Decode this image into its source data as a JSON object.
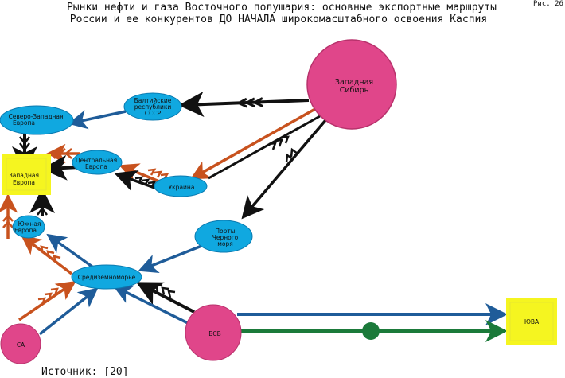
{
  "figure_label": "Рис. 26",
  "title_line1": "Рынки нефти и газа Восточного полушария: основные экспортные маршруты",
  "title_line2": "России и ее конкурентов ДО НАЧАЛА широкомасштабного освоения Каспия",
  "source": "Источник: [20]",
  "colors": {
    "oil": "#c8521e",
    "gas_black": "#111111",
    "blue": "#1f5c99",
    "green": "#1b7a3a",
    "node_blue": "#10a8e0",
    "node_pink": "#e0468a",
    "node_yellow": "#f5f520"
  },
  "nodes": {
    "west_siberia": {
      "line1": "Западная",
      "line2": "Сибирь"
    },
    "baltic": {
      "line1": "Балтийские",
      "line2": "республики",
      "line3": "СССР"
    },
    "nw_europe": {
      "line1": "Северо-Западная",
      "line2": "Европа"
    },
    "west_europe": {
      "line1": "Западная",
      "line2": "Европа"
    },
    "central_europe": {
      "line1": "Центральная",
      "line2": "Европа"
    },
    "ukraine": {
      "line1": "Украина"
    },
    "black_sea": {
      "line1": "Порты",
      "line2": "Черного",
      "line3": "моря"
    },
    "south_europe": {
      "line1": "Южная",
      "line2": "Европа"
    },
    "mediterranean": {
      "line1": "Средиземноморье"
    },
    "usa": {
      "line1": "СА"
    },
    "bsv": {
      "line1": "БСВ"
    },
    "yva": {
      "line1": "ЮВА"
    }
  }
}
